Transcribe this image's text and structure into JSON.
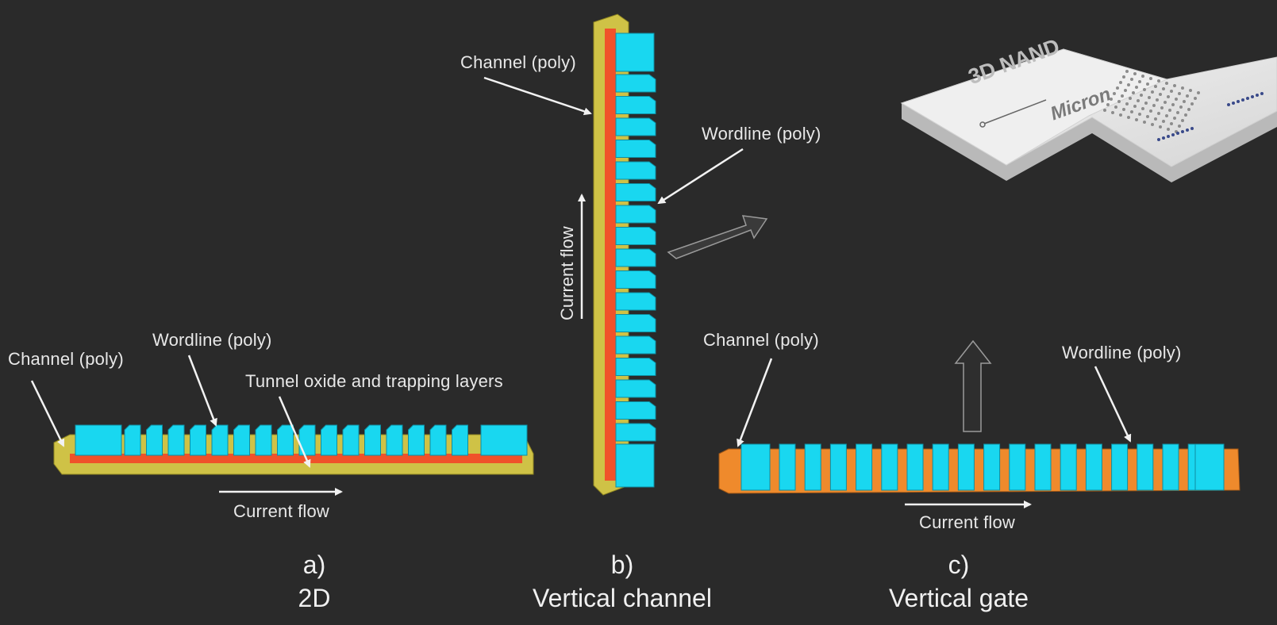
{
  "colors": {
    "background": "#2a2a2a",
    "wordline_cyan": "#19d7f0",
    "channel_olive": "#cfc246",
    "trap_red": "#f0522a",
    "vg_orange": "#ef8a2c",
    "chip": "#e9e9e9"
  },
  "panel_a": {
    "label_channel": "Channel (poly)",
    "label_wordline": "Wordline (poly)",
    "label_tunnel": "Tunnel oxide and trapping layers",
    "current_flow": "Current flow",
    "caption_letter": "a)",
    "caption_title": "2D"
  },
  "panel_b": {
    "label_channel": "Channel (poly)",
    "label_wordline": "Wordline (poly)",
    "current_flow": "Current flow",
    "caption_letter": "b)",
    "caption_title": "Vertical channel"
  },
  "panel_c": {
    "label_channel": "Channel (poly)",
    "label_wordline": "Wordline (poly)",
    "current_flow": "Current flow",
    "caption_letter": "c)",
    "caption_title": "Vertical gate"
  },
  "chip": {
    "text_main": "3D NAND",
    "text_brand": "Micron"
  }
}
